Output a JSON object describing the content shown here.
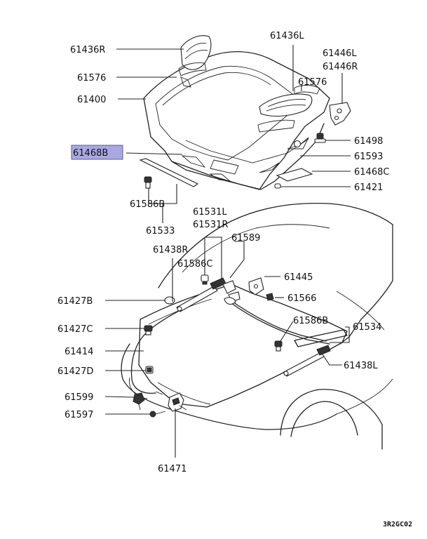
{
  "highlight_color": "#a9a8e0",
  "labels": {
    "p61436R": "61436R",
    "p61436L": "61436L",
    "p61446L": "61446L",
    "p61446R": "61446R",
    "p61576a": "61576",
    "p61576b": "61576",
    "p61400": "61400",
    "p61498": "61498",
    "p61468B": "61468B",
    "p61593": "61593",
    "p61468C": "61468C",
    "p61421": "61421",
    "p61586B_a": "61586B",
    "p61533": "61533",
    "p61531L": "61531L",
    "p61531R": "61531R",
    "p61589": "61589",
    "p61438R": "61438R",
    "p61586C": "61586C",
    "p61445": "61445",
    "p61566": "61566",
    "p61427B": "61427B",
    "p61586B_b": "61586B",
    "p61534": "61534",
    "p61427C": "61427C",
    "p61414": "61414",
    "p61427D": "61427D",
    "p61438L": "61438L",
    "p61599": "61599",
    "p61597": "61597",
    "p61471": "61471"
  },
  "diagram_code": "3R2GC02"
}
